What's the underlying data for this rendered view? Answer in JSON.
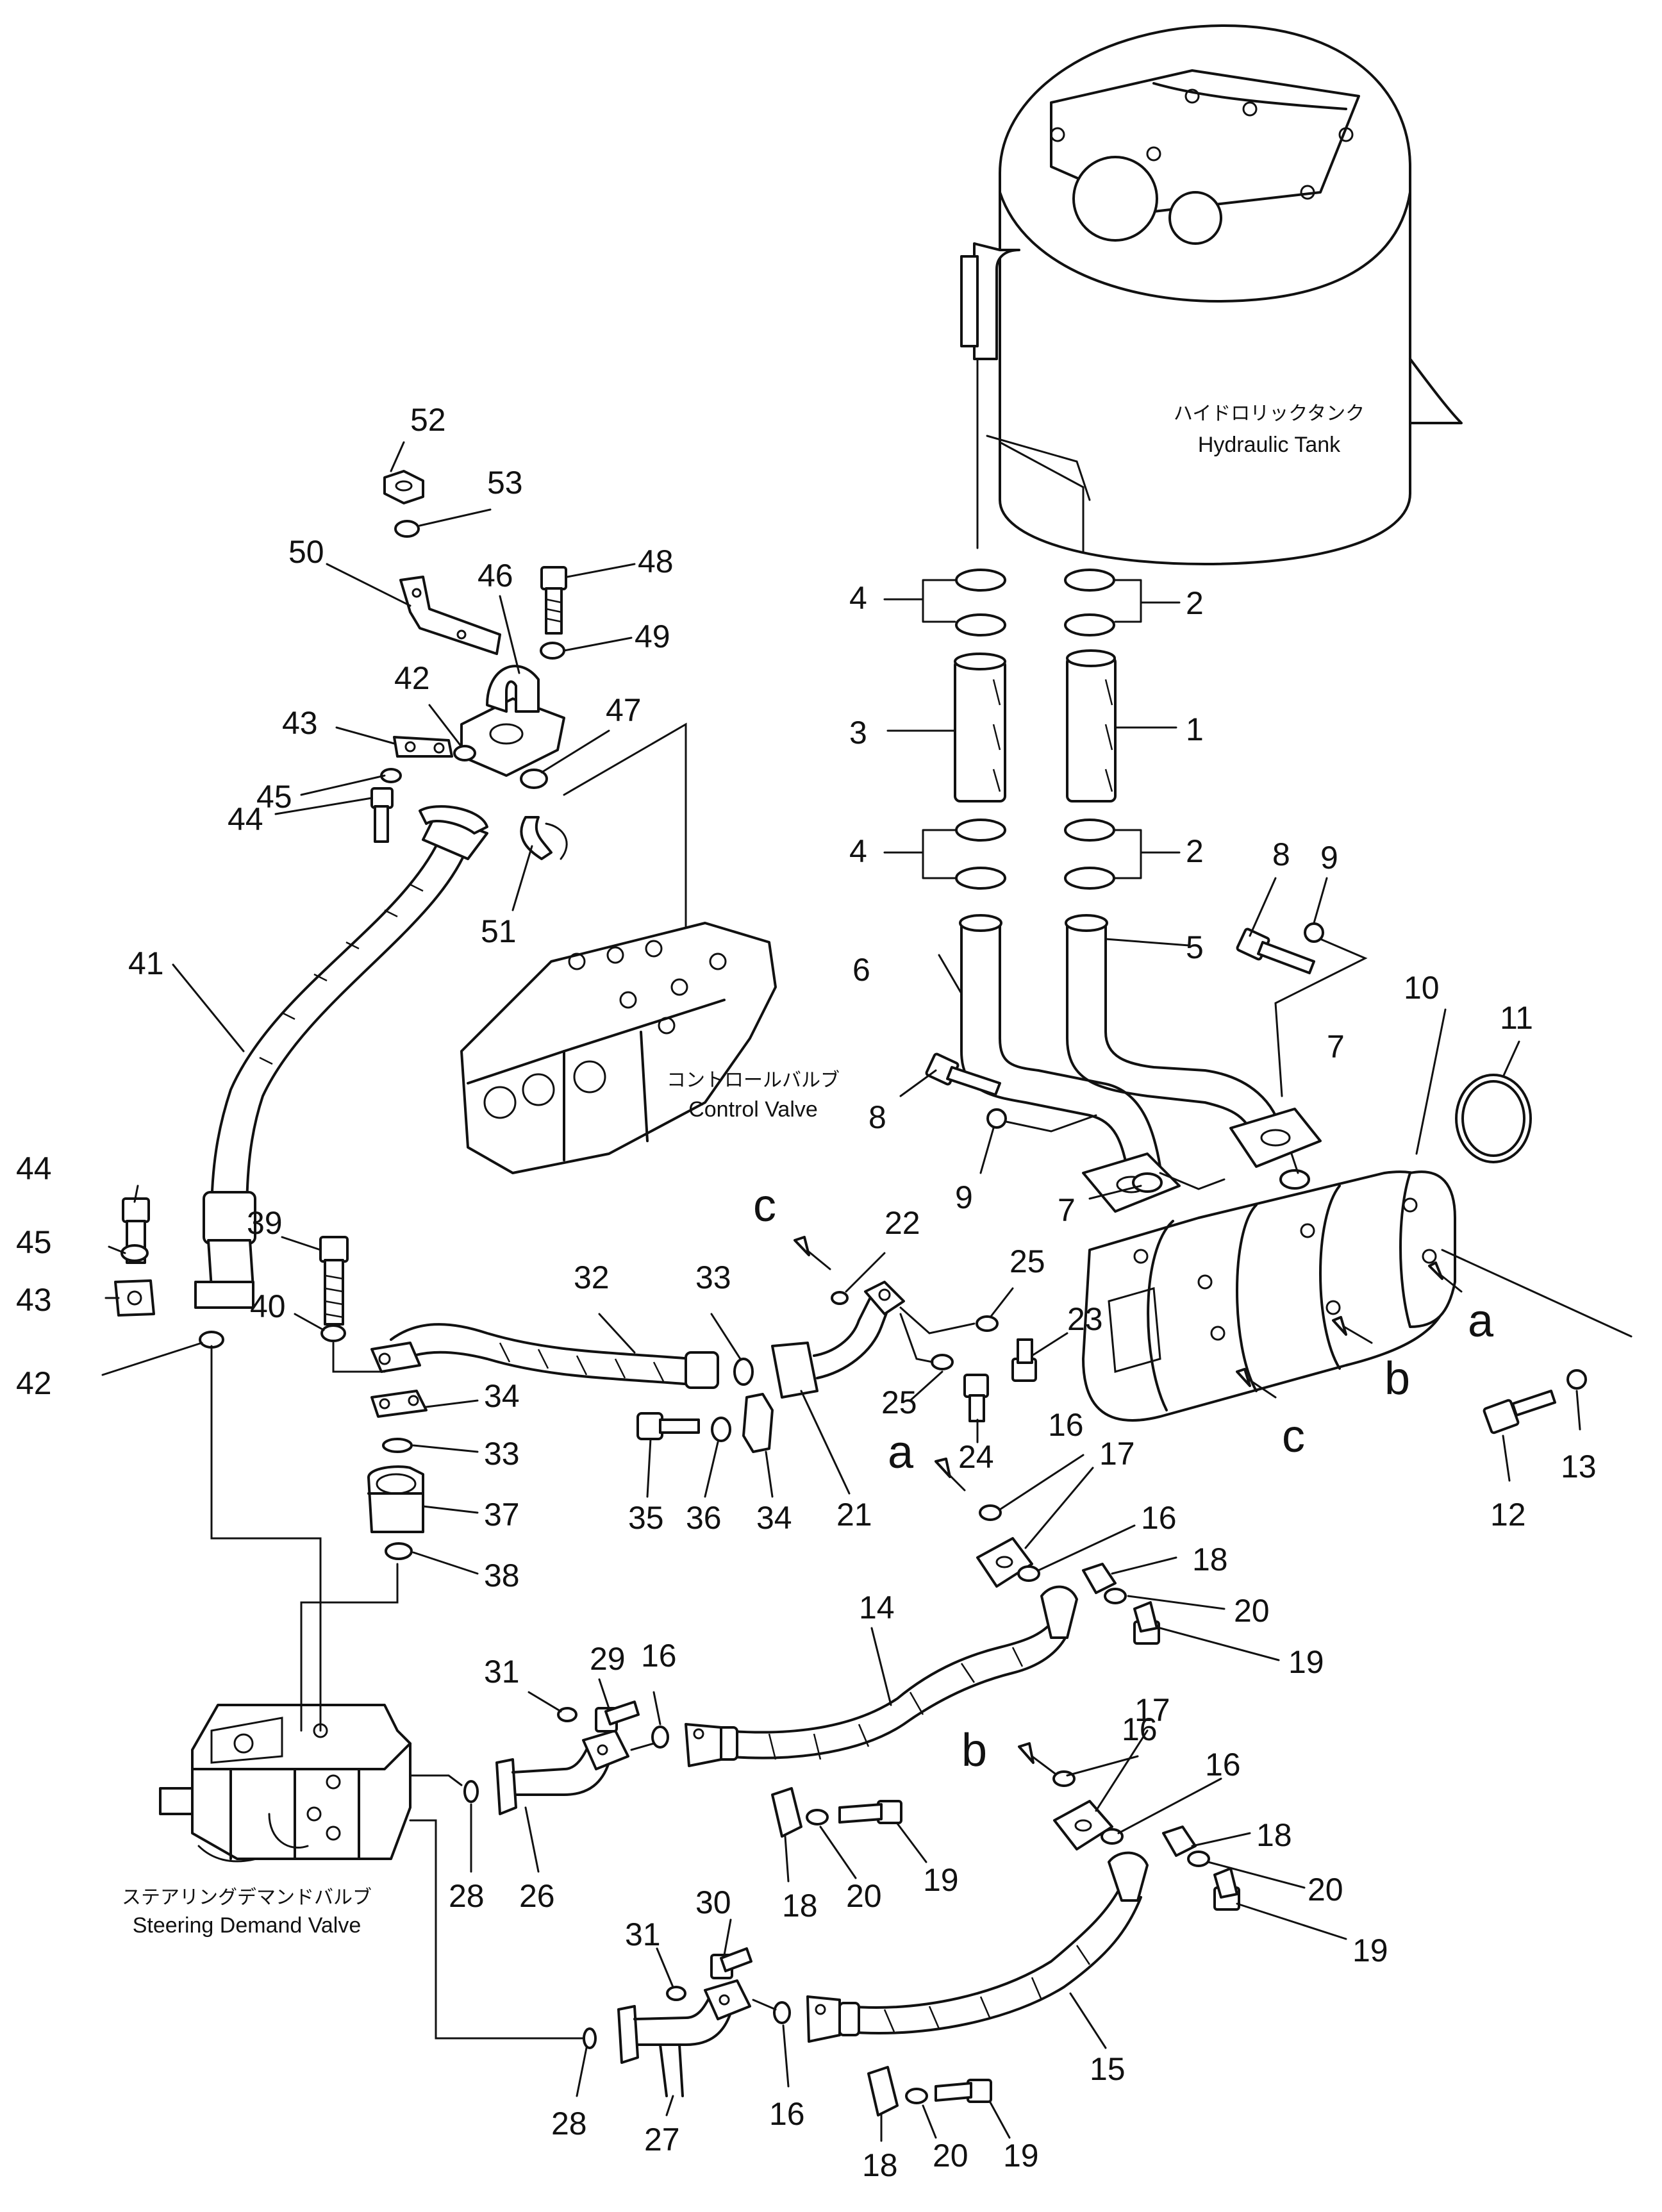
{
  "components": {
    "hydraulic_tank": {
      "ja": "ハイドロリックタンク",
      "en": "Hydraulic Tank"
    },
    "control_valve": {
      "ja": "コントロールバルブ",
      "en": "Control Valve"
    },
    "steering_demand_valve": {
      "ja": "ステアリングデマンドバルブ",
      "en": "Steering Demand Valve"
    }
  },
  "connection_markers": [
    "a",
    "b",
    "c"
  ],
  "part_numbers": [
    "1",
    "2",
    "3",
    "4",
    "5",
    "6",
    "7",
    "8",
    "9",
    "10",
    "11",
    "12",
    "13",
    "14",
    "15",
    "16",
    "17",
    "18",
    "19",
    "20",
    "21",
    "22",
    "23",
    "24",
    "25",
    "26",
    "27",
    "28",
    "29",
    "30",
    "31",
    "32",
    "33",
    "34",
    "35",
    "36",
    "37",
    "38",
    "39",
    "40",
    "41",
    "42",
    "43",
    "44",
    "45",
    "46",
    "47",
    "48",
    "49",
    "50",
    "51",
    "52",
    "53"
  ],
  "callouts": [
    "52",
    "53",
    "50",
    "48",
    "46",
    "49",
    "42",
    "43",
    "47",
    "45",
    "44",
    "51",
    "41",
    "4",
    "2",
    "3",
    "1",
    "4",
    "2",
    "6",
    "5",
    "8",
    "9",
    "7",
    "10",
    "11",
    "8",
    "9",
    "7",
    "44",
    "45",
    "43",
    "42",
    "39",
    "40",
    "32",
    "33",
    "22",
    "25",
    "23",
    "34",
    "33",
    "37",
    "38",
    "35",
    "36",
    "34",
    "21",
    "25",
    "24",
    "16",
    "17",
    "16",
    "18",
    "20",
    "19",
    "12",
    "13",
    "29",
    "31",
    "16",
    "14",
    "28",
    "26",
    "18",
    "20",
    "19",
    "16",
    "17",
    "16",
    "18",
    "20",
    "19",
    "30",
    "31",
    "15",
    "28",
    "16",
    "27",
    "18",
    "20",
    "19"
  ],
  "markers_on_diagram": [
    "c",
    "a",
    "b",
    "c",
    "a",
    "b"
  ]
}
